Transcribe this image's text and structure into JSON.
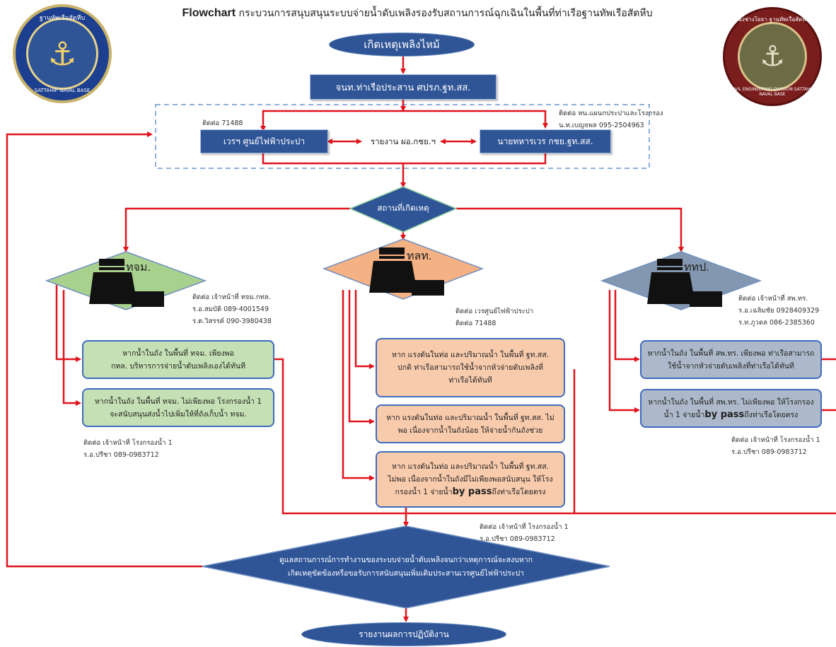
{
  "title": {
    "bold": "Flowchart",
    "rest": " กระบวนการสนุบสนุนระบบจ่ายน้ำดับเพลิงรองรับสถานการณ์ฉุกเฉินในพื้นที่ท่าเรือฐานทัพเรือสัตหีบ"
  },
  "logos": {
    "left_ring_top": "ฐานทัพเรือสัตหีบ",
    "left_ring_bottom": "SATTAHIP NAVAL BASE",
    "right_ring_top": "กองช่างโยธา ฐานทัพเรือสัตหีบ",
    "right_ring_bottom": "CIVIL ENGINEERING DIVISION SATTAHIP NAVAL BASE"
  },
  "nodes": {
    "start": "เกิดเหตุเพลิงไหม้",
    "coordinate": "จนท.ท่าเรือประสาน ศปรภ.ฐท.สส.",
    "duty_power": "เวรฯ ศูนย์ไฟฟ้าประปา",
    "report": "รายงาน ผอ.กชย.ฯ",
    "duty_officer": "นายทหารเวร กชย.ฐท.สส.",
    "location": "สถานที่เกิดเหตุ",
    "final_check": "ดูแลสถานการณ์การทำงานของระบบจ่ายน้ำดับเพลิงจนกว่าเหตุการณ์จะสงบหาก\nเกิดเหตุขัดข้องหรือขอรับการสนับสนุนเพิ่มเติมประสานเวรศูนย์ไฟฟ้าประปา",
    "end": "รายงานผลการปฏิบัติงาน"
  },
  "notes": {
    "contact_71488": "ติดต่อ 71488",
    "contact_head": "ติดต่อ หน.แผนกประปาและโรงกรอง\nน.ท.เบญจพล 095-2504963",
    "tjm_contact": "ติดต่อ เจ้าหน้าที่ ทจม.กทล.\nร.อ.สมบัติ 089-4001549\nร.ต.วิสรรค์ 090-3980438",
    "tlt_contact": "ติดต่อ เวรศูนย์ไฟฟ้าประปา\nติดต่อ 71488",
    "ttp_contact": "ติดต่อ เจ้าหน้าที่ สพ.ทร.\nร.อ.เฉลิมชัย 0928409329\nร.ท.ภูวดล 086-2385360",
    "water_left": "ติดต่อ เจ้าหน้าที่ โรงกรองน้ำ 1\nร.อ.ปรีชา 089-0983712",
    "water_center": "ติดต่อ เจ้าหน้าที่ โรงกรองน้ำ 1\nร.อ.ปรีชา 089-0983712",
    "water_right": "ติดต่อ เจ้าหน้าที่ โรงกรองน้ำ 1\nร.อ.ปรีชา 089-0983712"
  },
  "regions": {
    "tjm": "ทจม.",
    "tlt": "ทลท.",
    "ttp": "ททป."
  },
  "boxes": {
    "tjm_1": "หากน้ำในถัง ในพื้นที่ ทจม. เพียงพอ\nกทล. บริหารการจ่ายน้ำดับเพลิงเองได้ทันที",
    "tjm_2": "หากน้ำในถัง ในพื้นที่ ทจม. ไม่เพียงพอ โรงกรองน้ำ 1\nจะสนับสนุนส่งน้ำไปเพิ่มให้ที่ถังเก็บน้ำ ทจม.",
    "tlt_1": "หาก แรงดันในท่อ และปริมาณน้ำ ในพื้นที่ ฐท.สส.\nปกติ ท่าเรือสามารถใช้น้ำจากหัวจ่ายดับเพลิงที่\nท่าเรือได้ทันที",
    "tlt_2": "หาก แรงดันในท่อ และปริมาณน้ำ ในพื้นที่ ฐท.สส. ไม่\nพอ เนื่องจากน้ำในถังน้อย ให้จ่ายน้ำกันถังช่วย",
    "tlt_3_a": "หาก แรงดันในท่อ และปริมาณน้ำ ในพื้นที่ ฐท.สส.\nไม่พอ เนื่องจากน้ำในถังมีไม่เพียงพอสนับสนุน ให้โรง\nกรองน้ำ 1 จ่ายน้ำ",
    "tlt_3_b": "by pass",
    "tlt_3_c": "ถึงท่าเรือโดยตรง",
    "ttp_1": "หากน้ำในถัง ในพื้นที่ สพ.ทร. เพียงพอ ท่าเรือสามารถ\nใช้น้ำจากหัวจ่ายดับเพลิงที่ท่าเรือได้ทันที",
    "ttp_2_a": "หากน้ำในถัง ในพื้นที่ สพ.ทร. ไม่เพียงพอ ให้โรงกรอง\nน้ำ 1 จ่ายน้ำ",
    "ttp_2_b": "by pass",
    "ttp_2_c": "ถึงท่าเรือโดยตรง"
  },
  "colors": {
    "node_blue": "#2f5597",
    "arrow_red": "#e0141c",
    "green": "#c5e0b4",
    "orange": "#f8cbad",
    "grey": "#adb9ca"
  }
}
